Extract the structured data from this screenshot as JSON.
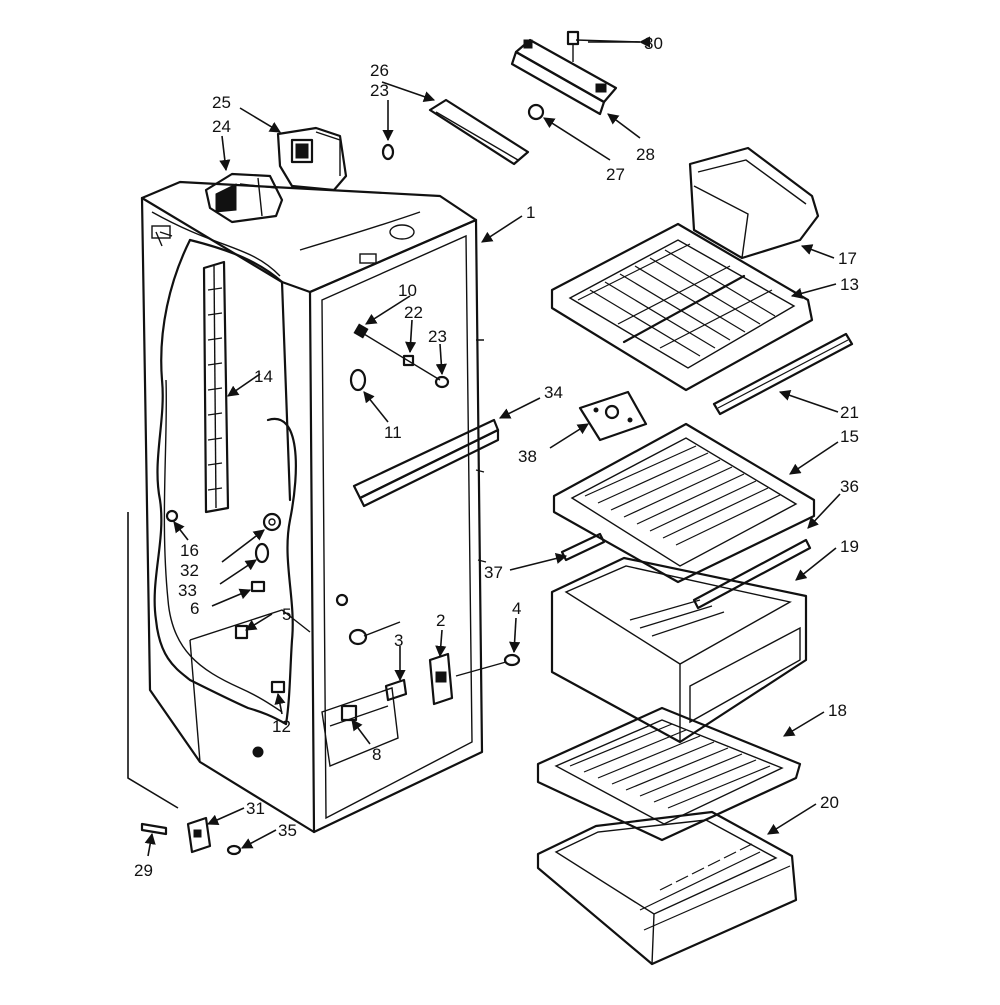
{
  "diagram": {
    "colors": {
      "ink": "#111111",
      "paper": "#ffffff"
    },
    "callouts": [
      {
        "id": "1",
        "label": "1"
      },
      {
        "id": "2",
        "label": "2"
      },
      {
        "id": "3",
        "label": "3"
      },
      {
        "id": "4",
        "label": "4"
      },
      {
        "id": "5",
        "label": "5"
      },
      {
        "id": "6",
        "label": "6"
      },
      {
        "id": "8",
        "label": "8"
      },
      {
        "id": "10",
        "label": "10"
      },
      {
        "id": "11",
        "label": "11"
      },
      {
        "id": "12",
        "label": "12"
      },
      {
        "id": "13",
        "label": "13"
      },
      {
        "id": "14",
        "label": "14"
      },
      {
        "id": "15",
        "label": "15"
      },
      {
        "id": "16",
        "label": "16"
      },
      {
        "id": "17",
        "label": "17"
      },
      {
        "id": "18",
        "label": "18"
      },
      {
        "id": "19",
        "label": "19"
      },
      {
        "id": "20",
        "label": "20"
      },
      {
        "id": "21",
        "label": "21"
      },
      {
        "id": "22",
        "label": "22"
      },
      {
        "id": "23a",
        "label": "23"
      },
      {
        "id": "23b",
        "label": "23"
      },
      {
        "id": "24",
        "label": "24"
      },
      {
        "id": "25",
        "label": "25"
      },
      {
        "id": "26",
        "label": "26"
      },
      {
        "id": "27",
        "label": "27"
      },
      {
        "id": "28",
        "label": "28"
      },
      {
        "id": "29",
        "label": "29"
      },
      {
        "id": "30",
        "label": "30"
      },
      {
        "id": "31",
        "label": "31"
      },
      {
        "id": "32",
        "label": "32"
      },
      {
        "id": "33",
        "label": "33"
      },
      {
        "id": "34",
        "label": "34"
      },
      {
        "id": "35",
        "label": "35"
      },
      {
        "id": "36",
        "label": "36"
      },
      {
        "id": "37",
        "label": "37"
      },
      {
        "id": "38",
        "label": "38"
      }
    ]
  }
}
